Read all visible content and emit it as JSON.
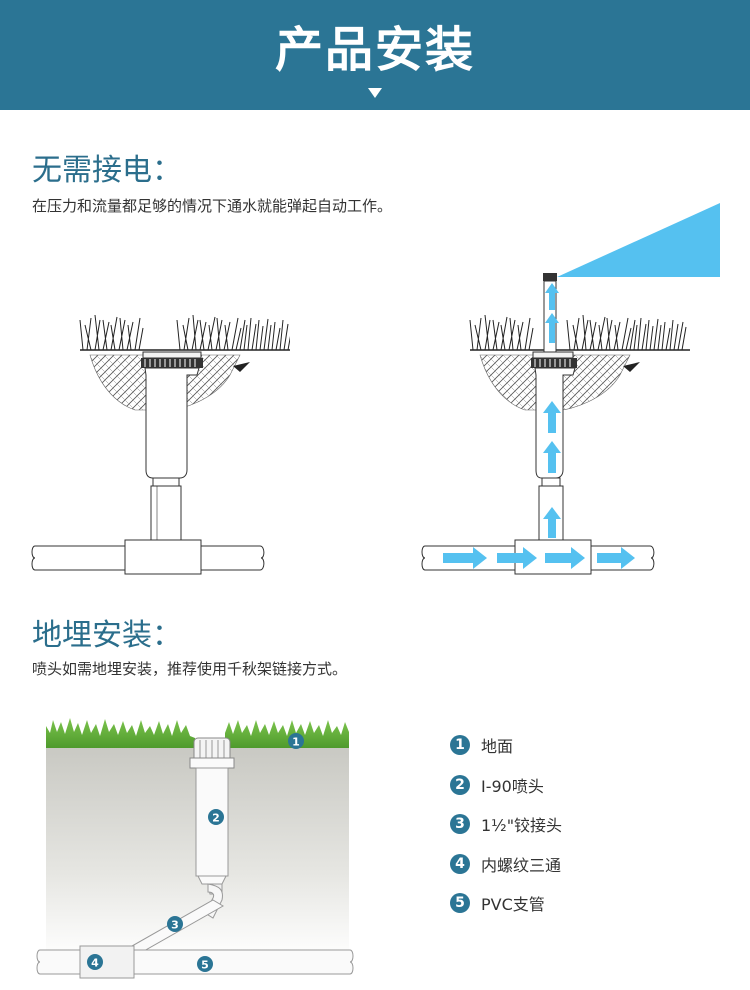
{
  "header": {
    "title": "产品安装"
  },
  "section1": {
    "title": "无需接电：",
    "description": "在压力和流量都足够的情况下通水就能弹起自动工作。"
  },
  "section2": {
    "title": "地埋安装：",
    "description": "喷头如需地埋安装，推荐使用千秋架链接方式。"
  },
  "legend": [
    {
      "number": "1",
      "label": "地面"
    },
    {
      "number": "2",
      "label": "I-90喷头"
    },
    {
      "number": "3",
      "label": "1½\"铰接头"
    },
    {
      "number": "4",
      "label": "内螺纹三通"
    },
    {
      "number": "5",
      "label": "PVC支管"
    }
  ],
  "colors": {
    "header": "#2b7595",
    "title": "#2b6e8c",
    "water": "#55c1f0",
    "badge": "#2b7595",
    "grass": "#5fb13a"
  }
}
